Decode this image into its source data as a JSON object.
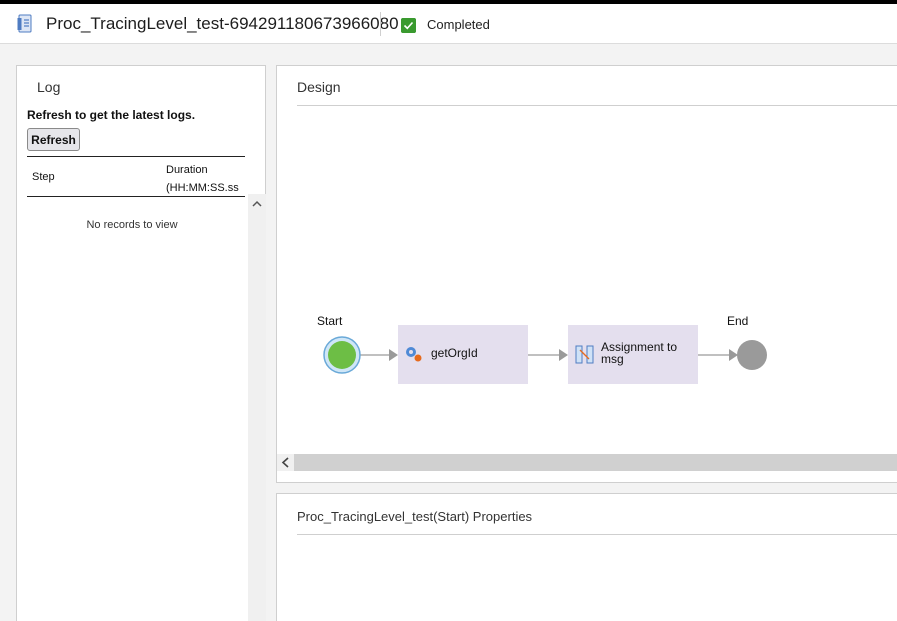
{
  "header": {
    "title": "Proc_TracingLevel_test-694291180673966080",
    "status": "Completed",
    "status_color": "#3a9a2f"
  },
  "log": {
    "title": "Log",
    "hint": "Refresh to get the latest logs.",
    "refresh_label": "Refresh",
    "columns": [
      "Step",
      "Duration",
      "(HH:MM:SS.ss"
    ],
    "empty_text": "No records to view"
  },
  "design": {
    "title": "Design",
    "nodes": {
      "start_label": "Start",
      "end_label": "End",
      "step1_label": "getOrgId",
      "step2_label_line1": "Assignment to",
      "step2_label_line2": "msg"
    },
    "colors": {
      "start_fill": "#6dbe45",
      "end_fill": "#9a9a9a",
      "step_fill": "#e4dfee"
    }
  },
  "properties": {
    "title": "Proc_TracingLevel_test(Start) Properties"
  }
}
